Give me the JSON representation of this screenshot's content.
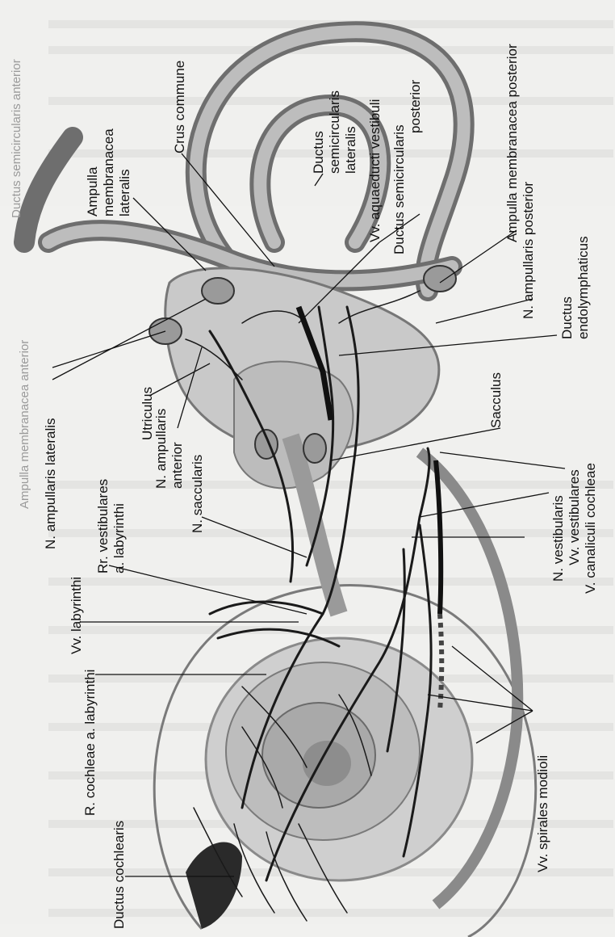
{
  "labels": {
    "ductus_cochlearis": "Ductus cochlearis",
    "r_cochleae": "R. cochleae a. labyrinthi",
    "vv_labyrinthi": "Vv. labyrinthi",
    "rr_vestibulares": "Rr. vestibulares",
    "rr_vestibulares_2": "a. labyrinthi",
    "n_ampullaris_lateralis": "N. ampullaris lateralis",
    "ampulla_membranacea_anterior": "Ampulla membranacea anterior",
    "ductus_semicircularis_anterior": "Ductus semicircularis anterior",
    "utriculus": "Utriculus",
    "n_ampullaris_anterior_1": "N. ampullaris",
    "n_ampullaris_anterior_2": "anterior",
    "n_saccularis": "N. saccularis",
    "ampulla_membranacea_lateralis_1": "Ampulla",
    "ampulla_membranacea_lateralis_2": "membranacea",
    "ampulla_membranacea_lateralis_3": "lateralis",
    "crus_commune": "Crus commune",
    "ductus_semicircularis_lateralis_1": "Ductus",
    "ductus_semicircularis_lateralis_2": "semicircularis",
    "ductus_semicircularis_lateralis_3": "lateralis",
    "vv_aquaeducti_vestibuli": "Vv. aquaeducti vestibuli",
    "ductus_semicircularis_posterior": "Ductus semicircularis",
    "ductus_semicircularis_posterior_2": "posterior",
    "ampulla_membranacea_posterior": "Ampulla membranacea posterior",
    "n_ampullaris_posterior": "N. ampullaris posterior",
    "ductus_endolymphaticus_1": "Ductus",
    "ductus_endolymphaticus_2": "endolymphaticus",
    "sacculus": "Sacculus",
    "v_canaliculi_cochleae": "V. canaliculi cochleae",
    "vv_vestibulares": "Vv. vestibulares",
    "n_vestibularis": "N. vestibularis",
    "vv_spirales_modioli": "Vv. spirales modioli"
  }
}
